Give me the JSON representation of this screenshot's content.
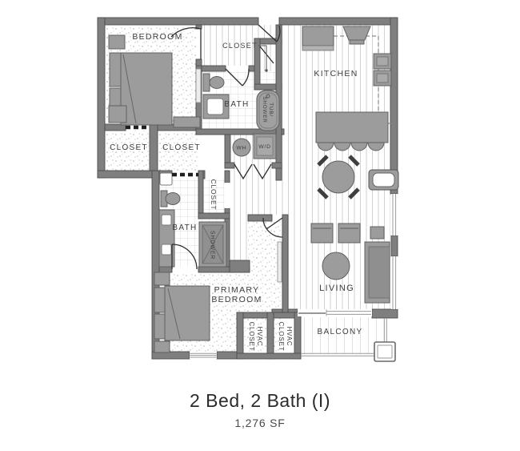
{
  "floorplan": {
    "rooms": {
      "bedroom": "BEDROOM",
      "entry_closet": "CLOSET",
      "bath_upper": "BATH",
      "tub_shower_line1": "TUB/",
      "tub_shower_line2": "SHOWER",
      "kitchen": "KITCHEN",
      "closet_walkin": "CLOSET",
      "closet_second": "CLOSET",
      "water_heater": "WH",
      "washer_dryer": "W/D",
      "hall_closet": "CLOSET",
      "bath_lower": "BATH",
      "shower": "SHOWER",
      "primary_line1": "PRIMARY",
      "primary_line2": "BEDROOM",
      "living": "LIVING",
      "balcony": "BALCONY",
      "hvac_line1": "HVAC",
      "hvac_line2": "CLOSET"
    },
    "colors": {
      "wall": "#7f7f7f",
      "wall_edge": "#4e4e4e",
      "furniture": "#9c9c9c",
      "label_text": "#3d3d3d"
    }
  },
  "caption": {
    "title": "2 Bed, 2 Bath (I)",
    "area": "1,276 SF"
  }
}
